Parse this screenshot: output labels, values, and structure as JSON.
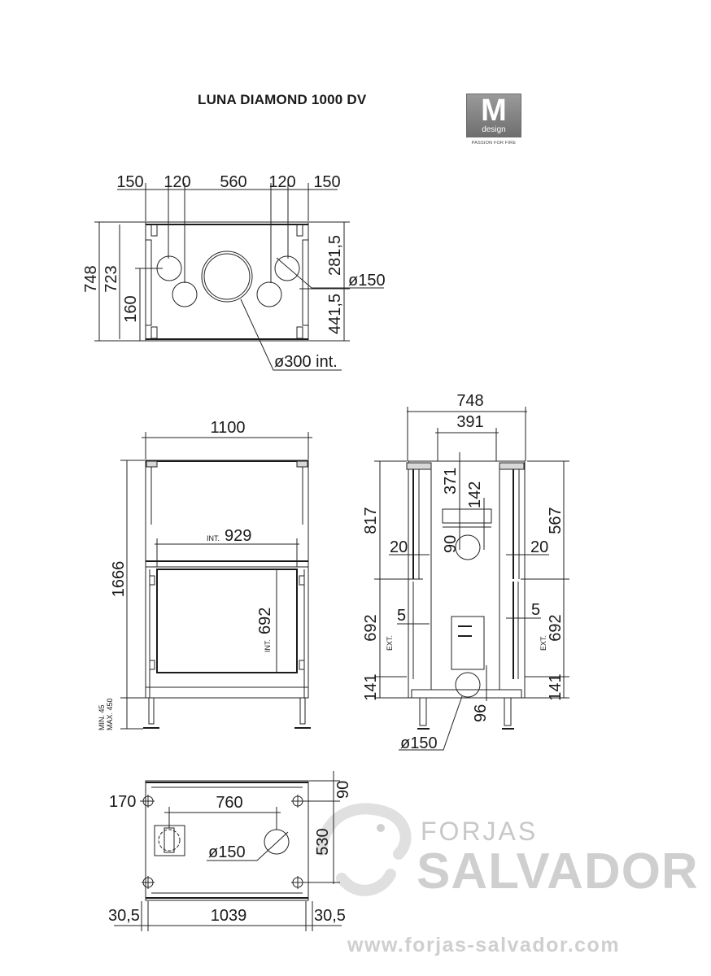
{
  "title": "LUNA DIAMOND 1000 DV",
  "logo": {
    "letter": "M",
    "word": "design",
    "tagline": "PASSION FOR FIRE"
  },
  "watermark": {
    "brand_top": "FORJAS",
    "brand_bottom": "SALVADOR",
    "url": "www.forjas-salvador.com"
  },
  "top_view": {
    "width_parts": [
      "150",
      "120",
      "560",
      "120",
      "150"
    ],
    "depth_total": "748",
    "depth_inner": "723",
    "offset_left": "160",
    "offset_right_top": "281,5",
    "offset_right_bottom": "441,5",
    "small_flue": "ø150",
    "main_flue": "ø300 int."
  },
  "front_view": {
    "width": "1100",
    "height": "1666",
    "int_prefix": "INT.",
    "int_width": "929",
    "int_height": "692",
    "legs_min": "MIN. 45",
    "legs_max": "MAX. 450"
  },
  "side_view": {
    "depth": "748",
    "inner": "391",
    "h_upper": "817",
    "h_upper_right": "567",
    "v371": "371",
    "v142": "142",
    "v90": "90",
    "gap_left": "20",
    "gap_right": "20",
    "glass_left": "5",
    "glass_right": "5",
    "ext_prefix": "EXT.",
    "ext_left": "692",
    "ext_right": "692",
    "base_left": "141",
    "base_right": "141",
    "v96": "96",
    "inlet": "ø150"
  },
  "base_view": {
    "side_offset": "170",
    "hole_spacing": "760",
    "top_offset": "90",
    "depth": "530",
    "inlet": "ø150",
    "margin_left": "30,5",
    "width": "1039",
    "margin_right": "30,5"
  }
}
